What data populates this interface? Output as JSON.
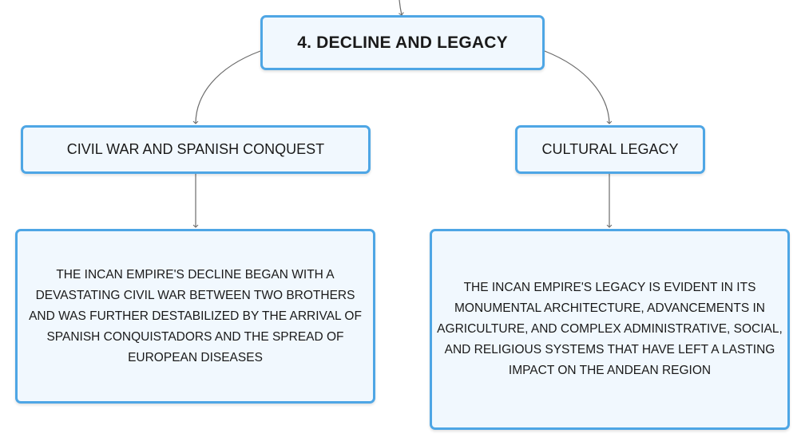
{
  "mindmap": {
    "root": {
      "label": "4. DECLINE AND LEGACY"
    },
    "branches": [
      {
        "label": "CIVIL WAR AND SPANISH CONQUEST",
        "detail": "THE INCAN EMPIRE'S DECLINE BEGAN WITH A DEVASTATING CIVIL WAR BETWEEN TWO BROTHERS AND WAS FURTHER DESTABILIZED BY THE ARRIVAL OF SPANISH CONQUISTADORS AND THE SPREAD OF EUROPEAN DISEASES"
      },
      {
        "label": "CULTURAL LEGACY",
        "detail": "THE INCAN EMPIRE'S LEGACY IS EVIDENT IN ITS MONUMENTAL ARCHITECTURE, ADVANCEMENTS IN AGRICULTURE, AND COMPLEX ADMINISTRATIVE, SOCIAL, AND RELIGIOUS SYSTEMS THAT HAVE LEFT A LASTING IMPACT ON THE ANDEAN REGION"
      }
    ]
  },
  "colors": {
    "node_border": "#4ea6e5",
    "node_fill": "#f1f8fe",
    "connector": "#6b6b6b",
    "text": "#1a1a1a"
  }
}
